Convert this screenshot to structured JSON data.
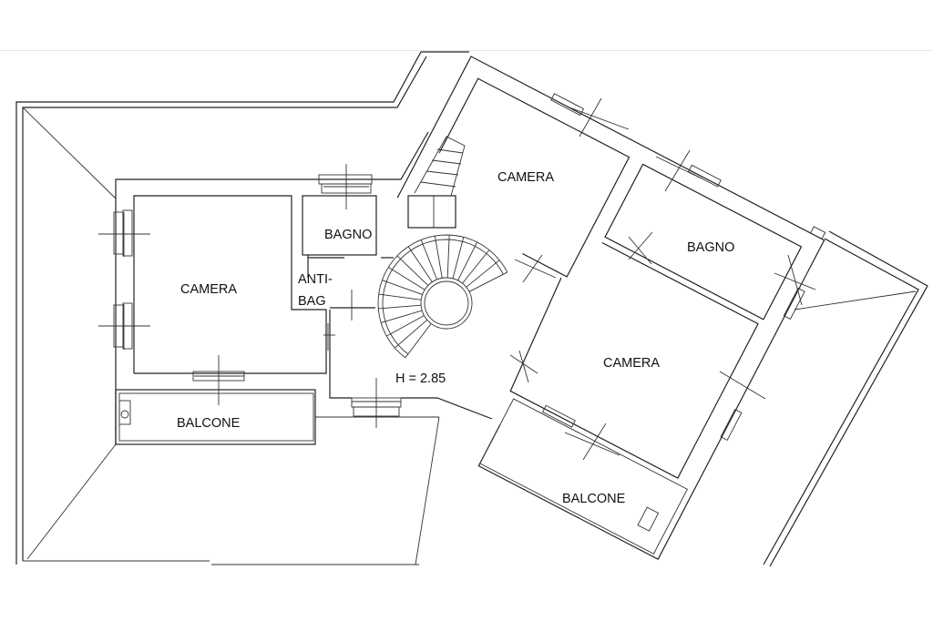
{
  "plan": {
    "rooms": {
      "camera_left": "CAMERA",
      "bagno_left": "BAGNO",
      "antibagno_line1": "ANTI-",
      "antibagno_line2": "BAG",
      "balcone_left": "BALCONE",
      "camera_top": "CAMERA",
      "bagno_right": "BAGNO",
      "camera_right": "CAMERA",
      "balcone_right": "BALCONE"
    },
    "height_note": "H = 2.85"
  }
}
